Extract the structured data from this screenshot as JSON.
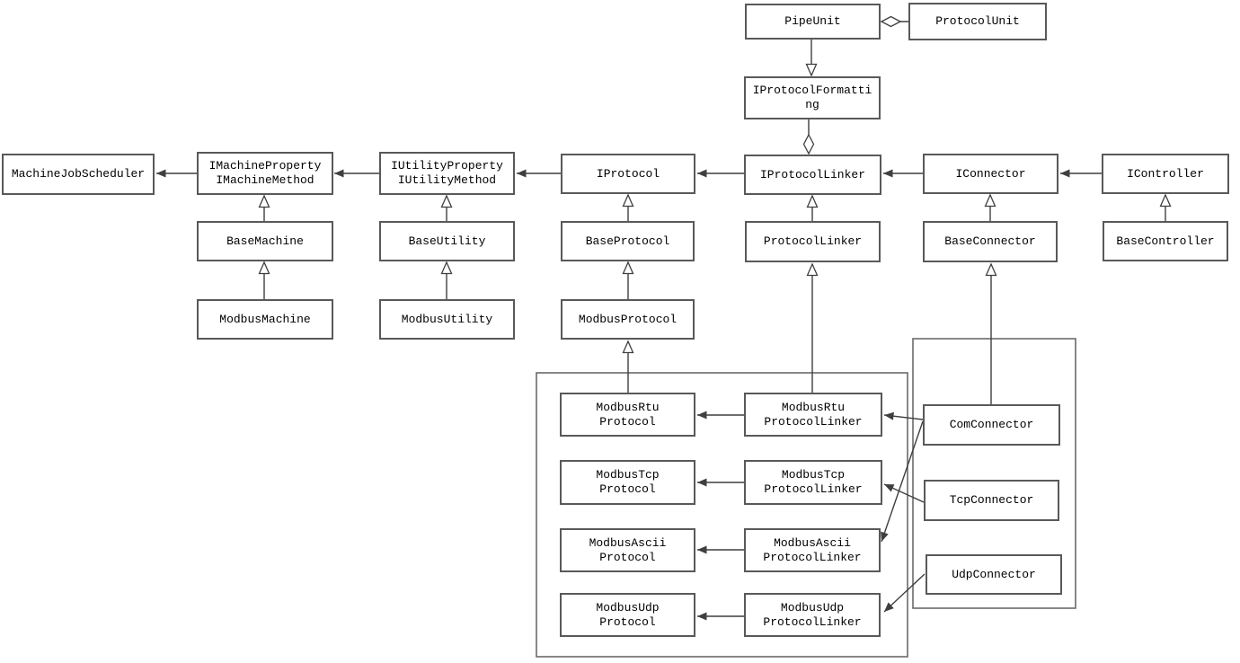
{
  "diagram": {
    "kind": "uml-class-diagram",
    "background_color": "#ffffff",
    "node_border_color": "#595959",
    "group_border_color": "#6a6a6a",
    "line_color": "#3f3f3f",
    "text_color": "#000000"
  },
  "nodes": {
    "pipeUnit": {
      "label": "PipeUnit"
    },
    "protocolUnit": {
      "label": "ProtocolUnit"
    },
    "iProtocolFormatting": {
      "label": "IProtocolFormatti\nng"
    },
    "machineJobScheduler": {
      "label": "MachineJobScheduler"
    },
    "iMachineProperty": {
      "label": "IMachineProperty\nIMachineMethod"
    },
    "iUtilityProperty": {
      "label": "IUtilityProperty\nIUtilityMethod"
    },
    "iProtocol": {
      "label": "IProtocol"
    },
    "iProtocolLinker": {
      "label": "IProtocolLinker"
    },
    "iConnector": {
      "label": "IConnector"
    },
    "iController": {
      "label": "IController"
    },
    "baseMachine": {
      "label": "BaseMachine"
    },
    "baseUtility": {
      "label": "BaseUtility"
    },
    "baseProtocol": {
      "label": "BaseProtocol"
    },
    "protocolLinker": {
      "label": "ProtocolLinker"
    },
    "baseConnector": {
      "label": "BaseConnector"
    },
    "baseController": {
      "label": "BaseController"
    },
    "modbusMachine": {
      "label": "ModbusMachine"
    },
    "modbusUtility": {
      "label": "ModbusUtility"
    },
    "modbusProtocol": {
      "label": "ModbusProtocol"
    },
    "modbusRtuProtocol": {
      "label": "ModbusRtu\nProtocol"
    },
    "modbusRtuProtocolLinker": {
      "label": "ModbusRtu\nProtocolLinker"
    },
    "modbusTcpProtocol": {
      "label": "ModbusTcp\nProtocol"
    },
    "modbusTcpProtocolLinker": {
      "label": "ModbusTcp\nProtocolLinker"
    },
    "modbusAsciiProtocol": {
      "label": "ModbusAscii\nProtocol"
    },
    "modbusAsciiProtocolLinker": {
      "label": "ModbusAscii\nProtocolLinker"
    },
    "modbusUdpProtocol": {
      "label": "ModbusUdp\nProtocol"
    },
    "modbusUdpProtocolLinker": {
      "label": "ModbusUdp\nProtocolLinker"
    },
    "comConnector": {
      "label": "ComConnector"
    },
    "tcpConnector": {
      "label": "TcpConnector"
    },
    "udpConnector": {
      "label": "UdpConnector"
    }
  },
  "edges": [
    {
      "from": "ProtocolUnit",
      "to": "PipeUnit",
      "type": "aggregation"
    },
    {
      "from": "PipeUnit",
      "to": "IProtocolFormatting",
      "type": "generalization"
    },
    {
      "from": "IProtocolFormatting",
      "to": "IProtocolLinker",
      "type": "aggregation"
    },
    {
      "from": "IMachineProperty/IMachineMethod",
      "to": "MachineJobScheduler",
      "type": "association"
    },
    {
      "from": "IUtilityProperty/IUtilityMethod",
      "to": "IMachineProperty/IMachineMethod",
      "type": "association"
    },
    {
      "from": "IProtocol",
      "to": "IUtilityProperty/IUtilityMethod",
      "type": "association"
    },
    {
      "from": "IProtocolLinker",
      "to": "IProtocol",
      "type": "association"
    },
    {
      "from": "IConnector",
      "to": "IProtocolLinker",
      "type": "association"
    },
    {
      "from": "IController",
      "to": "IConnector",
      "type": "association"
    },
    {
      "from": "BaseMachine",
      "to": "IMachineProperty/IMachineMethod",
      "type": "generalization"
    },
    {
      "from": "ModbusMachine",
      "to": "BaseMachine",
      "type": "generalization"
    },
    {
      "from": "BaseUtility",
      "to": "IUtilityProperty/IUtilityMethod",
      "type": "generalization"
    },
    {
      "from": "ModbusUtility",
      "to": "BaseUtility",
      "type": "generalization"
    },
    {
      "from": "BaseProtocol",
      "to": "IProtocol",
      "type": "generalization"
    },
    {
      "from": "ModbusProtocol",
      "to": "BaseProtocol",
      "type": "generalization"
    },
    {
      "from": "ProtocolLinker",
      "to": "IProtocolLinker",
      "type": "generalization"
    },
    {
      "from": "BaseConnector",
      "to": "IConnector",
      "type": "generalization"
    },
    {
      "from": "BaseController",
      "to": "IController",
      "type": "generalization"
    },
    {
      "from": "ModbusRtuProtocol",
      "to": "ModbusProtocol",
      "type": "generalization"
    },
    {
      "from": "ModbusRtuProtocolLinker",
      "to": "ProtocolLinker",
      "type": "generalization"
    },
    {
      "from": "ComConnector",
      "to": "BaseConnector",
      "type": "generalization"
    },
    {
      "from": "ModbusRtuProtocolLinker",
      "to": "ModbusRtuProtocol",
      "type": "association"
    },
    {
      "from": "ModbusTcpProtocolLinker",
      "to": "ModbusTcpProtocol",
      "type": "association"
    },
    {
      "from": "ModbusAsciiProtocolLinker",
      "to": "ModbusAsciiProtocol",
      "type": "association"
    },
    {
      "from": "ModbusUdpProtocolLinker",
      "to": "ModbusUdpProtocol",
      "type": "association"
    },
    {
      "from": "ComConnector",
      "to": "ModbusRtuProtocolLinker",
      "type": "association"
    },
    {
      "from": "ComConnector",
      "to": "ModbusAsciiProtocolLinker",
      "type": "association"
    },
    {
      "from": "TcpConnector",
      "to": "ModbusTcpProtocolLinker",
      "type": "association"
    },
    {
      "from": "UdpConnector",
      "to": "ModbusUdpProtocolLinker",
      "type": "association"
    }
  ]
}
